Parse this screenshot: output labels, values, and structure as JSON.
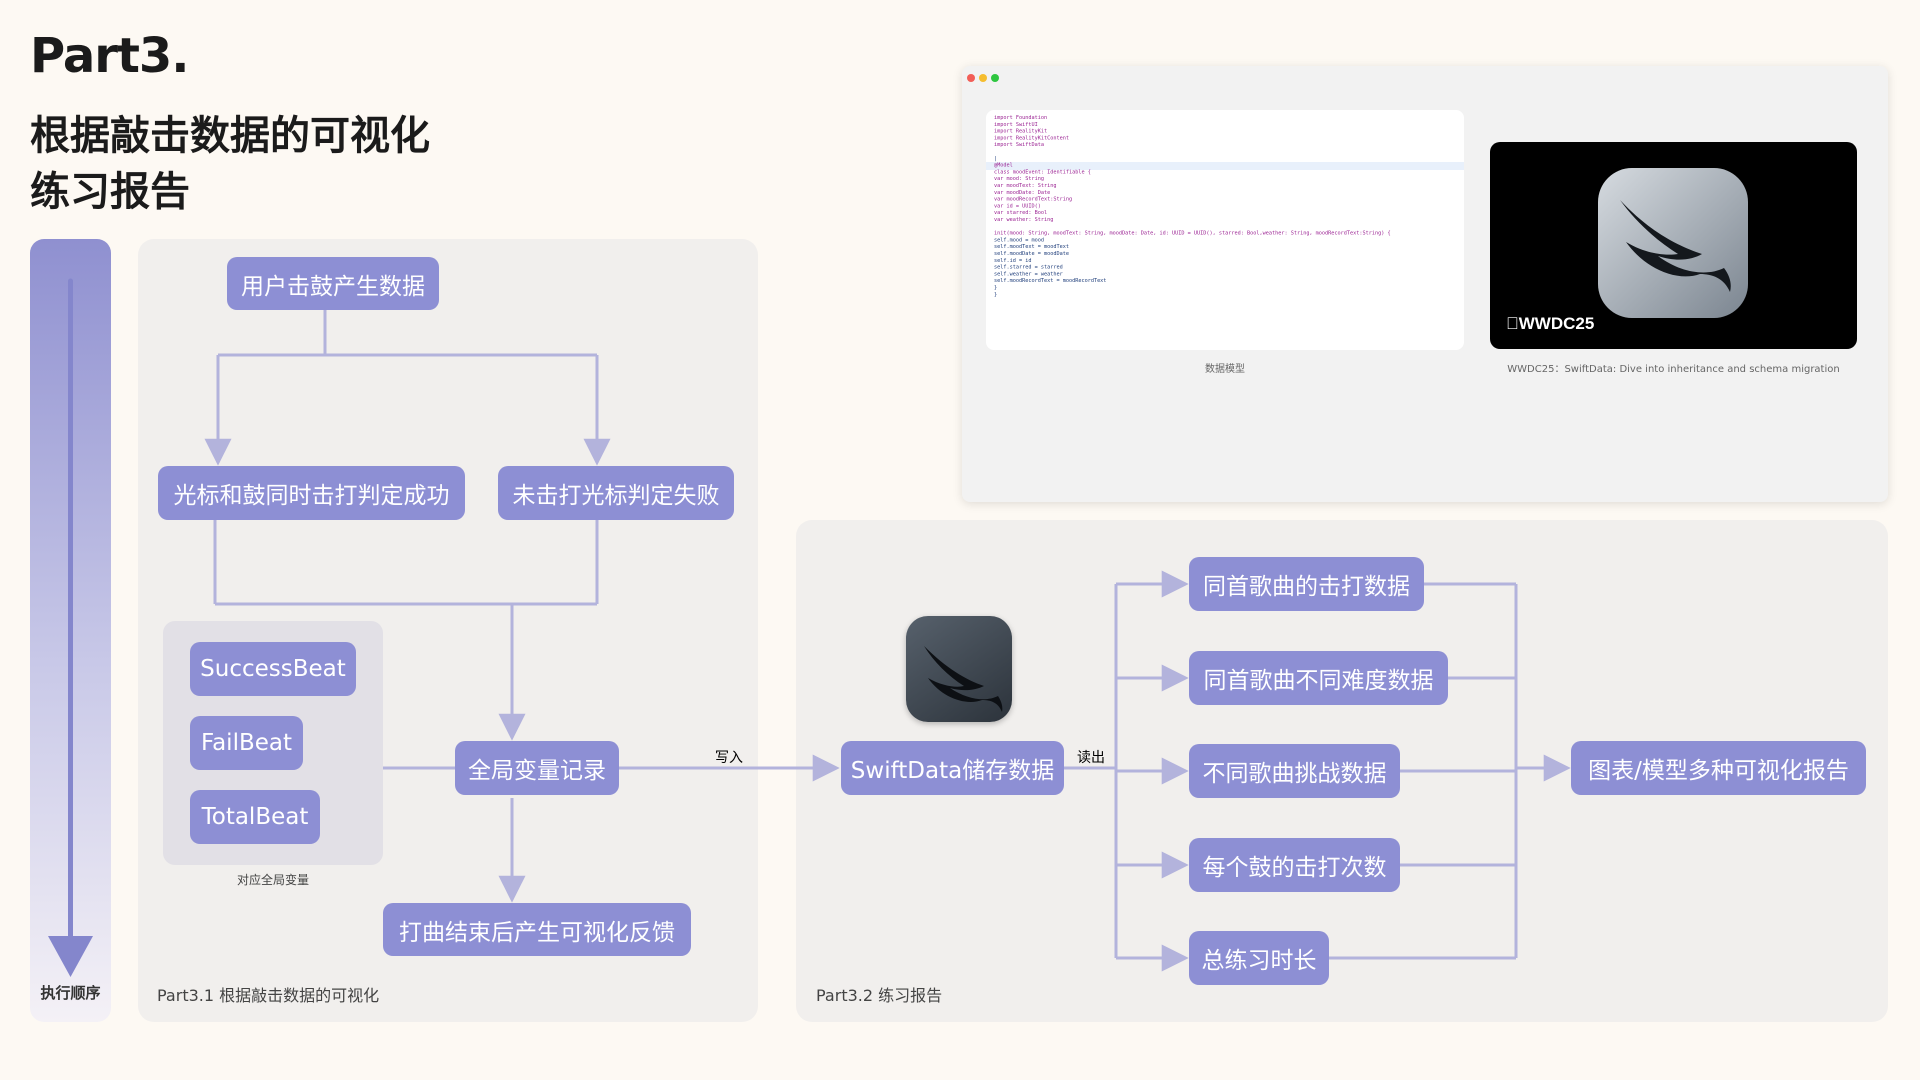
{
  "header": {
    "title": "Part3.",
    "subtitle_line1": "根据敲击数据的可视化",
    "subtitle_line2": "练习报告"
  },
  "exec_order_label": "执行顺序",
  "panel1": {
    "caption": "Part3.1 根据敲击数据的可视化",
    "nodes": {
      "start": "用户击鼓产生数据",
      "success": "光标和鼓同时击打判定成功",
      "fail": "未击打光标判定失败",
      "global": "全局变量记录",
      "feedback": "打曲结束后产生可视化反馈"
    },
    "variables": [
      "SuccessBeat",
      "FailBeat",
      "TotalBeat"
    ],
    "variables_caption": "对应全局变量"
  },
  "panel2": {
    "caption": "Part3.2 练习报告",
    "write_label": "写入",
    "read_label": "读出",
    "storage_node": "SwiftData储存数据",
    "outputs": [
      "同首歌曲的击打数据",
      "同首歌曲不同难度数据",
      "不同歌曲挑战数据",
      "每个鼓的击打次数",
      "总练习时长"
    ],
    "report_node": "图表/模型多种可视化报告"
  },
  "screenshot": {
    "code_caption": "数据模型",
    "wwdc_logo": "WWDC25",
    "wwdc_caption": "WWDC25：SwiftData: Dive into inheritance and schema migration",
    "code_lines": [
      "import Foundation",
      "import SwiftUI",
      "import RealityKit",
      "import RealityKitContent",
      "import SwiftData",
      "",
      "|",
      "@Model",
      "class moodEvent: Identifiable {",
      "    var mood: String",
      "    var moodText: String",
      "    var moodDate: Date",
      "    var moodRecordText:String",
      "    var id = UUID()",
      "    var starred: Bool",
      "    var weather: String",
      "",
      "    init(mood: String, moodText: String, moodDate: Date, id: UUID = UUID(), starred: Bool,weather: String, moodRecordText:String) {",
      "        self.mood = mood",
      "        self.moodText = moodText",
      "        self.moodDate = moodDate",
      "        self.id = id",
      "        self.starred = starred",
      "        self.weather = weather",
      "        self.moodRecordText = moodRecordText",
      "    }",
      "}"
    ]
  },
  "colors": {
    "node": "#8d8fd4",
    "line": "#b3b3dc",
    "panel": "#f1efed",
    "background": "#fdf9f3"
  }
}
